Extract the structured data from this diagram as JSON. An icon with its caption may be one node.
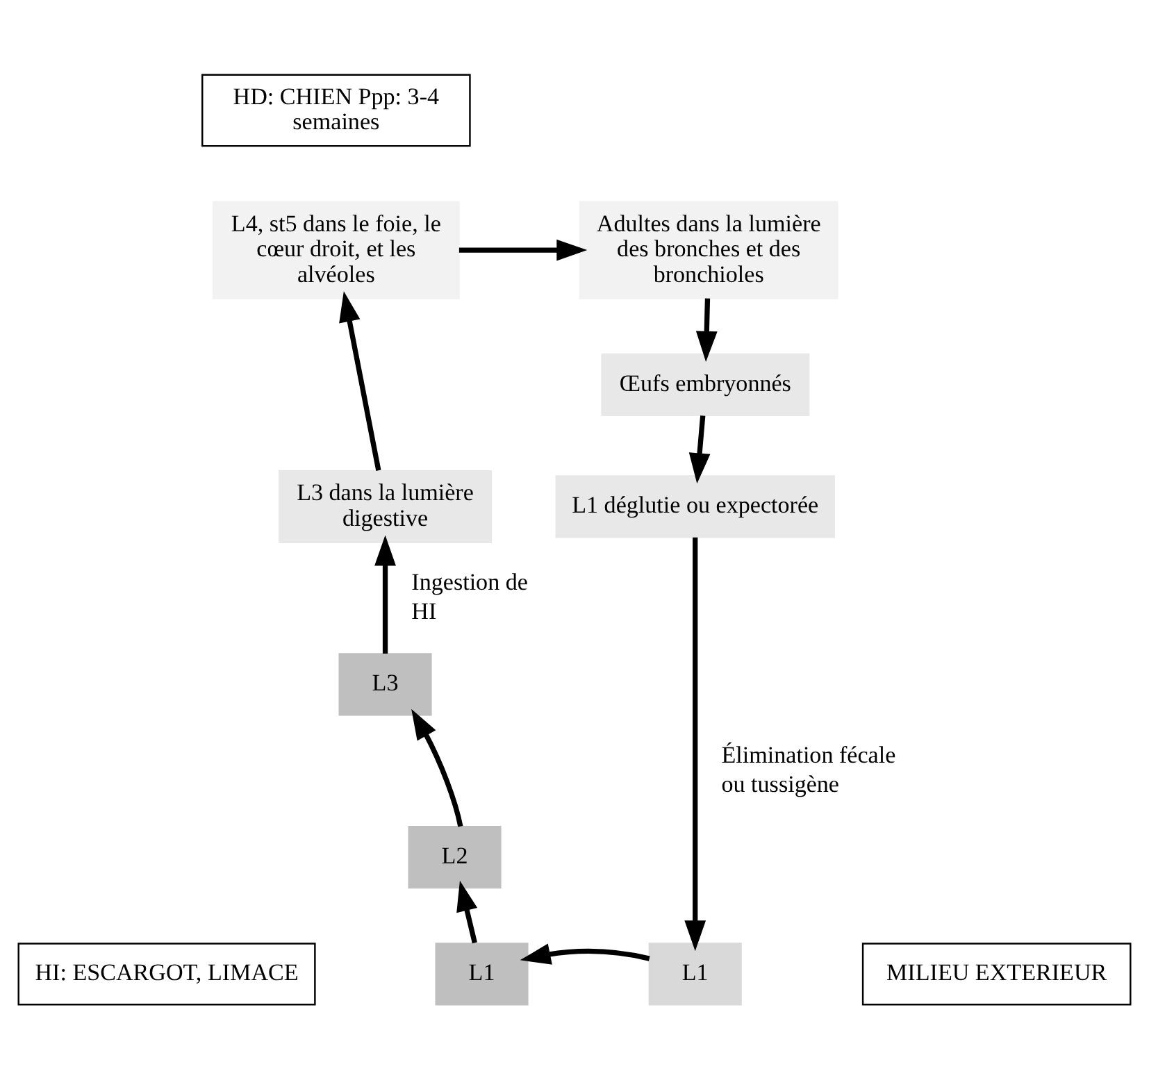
{
  "diagram": {
    "nodes": [
      {
        "text": [
          "HD: CHIEN Ppp: 3-4 semaines"
        ]
      },
      {
        "text": [
          "L4, st5 dans le foie, le cœur droit, et les alvéoles"
        ]
      },
      {
        "text": [
          "Adultes dans la lumière des bronches et des bronchioles"
        ]
      },
      {
        "text": [
          "Œufs embryonnés"
        ]
      },
      {
        "text": [
          "L1 déglutie ou expectorée"
        ]
      },
      {
        "text": [
          "L3 dans la lumière digestive"
        ]
      },
      {
        "text": [
          "L1"
        ]
      },
      {
        "text": [
          "L1"
        ]
      },
      {
        "text": [
          "L2"
        ]
      },
      {
        "text": [
          "L3"
        ]
      },
      {
        "text": [
          "HI: ESCARGOT, LIMACE"
        ]
      },
      {
        "text": [
          "MILIEU EXTERIEUR"
        ]
      }
    ],
    "edges": [
      {
        "from": 1,
        "to": 2,
        "arrow": "to"
      },
      {
        "from": 2,
        "to": 3,
        "arrow": "to"
      },
      {
        "from": 3,
        "to": 4,
        "arrow": "to"
      },
      {
        "from": 4,
        "to": 6,
        "arrow": "to",
        "label": "Élimination fécale ou tussigène"
      },
      {
        "from": 6,
        "to": 7,
        "arrow": "to"
      },
      {
        "from": 7,
        "to": 8,
        "arrow": "to"
      },
      {
        "from": 8,
        "to": 9,
        "arrow": "to"
      },
      {
        "from": 9,
        "to": 5,
        "arrow": "to",
        "label": "Ingestion de HI"
      },
      {
        "from": 5,
        "to": 1,
        "arrow": "to"
      }
    ]
  }
}
